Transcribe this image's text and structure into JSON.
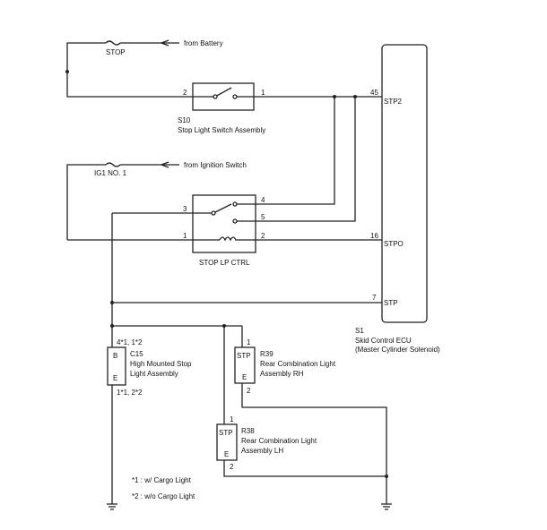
{
  "labels": {
    "stop_fuse": "STOP",
    "from_battery": "from Battery",
    "ig1_fuse": "IG1 NO. 1",
    "from_ignition": "from Ignition Switch",
    "s10_id": "S10",
    "s10_name": "Stop Light Switch Assembly",
    "s10_pin2": "2",
    "s10_pin1": "1",
    "relay_pin3": "3",
    "relay_pin1": "1",
    "relay_pin4": "4",
    "relay_pin5": "5",
    "relay_pin2": "2",
    "relay_name": "STOP LP CTRL",
    "ecu_pin45": "45",
    "ecu_stp2": "STP2",
    "ecu_pin16": "16",
    "ecu_stpo": "STPO",
    "ecu_pin7": "7",
    "ecu_stp": "STP",
    "s1_id": "S1",
    "s1_name": "Skid Control ECU",
    "s1_sub": "(Master Cylinder Solenoid)",
    "c15_top_pins": "4*1, 1*2",
    "c15_b": "B",
    "c15_e": "E",
    "c15_bottom_pins": "1*1, 2*2",
    "c15_id": "C15",
    "c15_name1": "High Mounted Stop",
    "c15_name2": "Light Assembly",
    "r39_pin1": "1",
    "r39_stp": "STP",
    "r39_e": "E",
    "r39_pin2": "2",
    "r39_id": "R39",
    "r39_name1": "Rear Combination Light",
    "r39_name2": "Assembly RH",
    "r38_pin1": "1",
    "r38_stp": "STP",
    "r38_e": "E",
    "r38_pin2": "2",
    "r38_id": "R38",
    "r38_name1": "Rear Combination Light",
    "r38_name2": "Assembly LH",
    "note1": "*1 : w/ Cargo Light",
    "note2": "*2 : w/o Cargo Light"
  }
}
